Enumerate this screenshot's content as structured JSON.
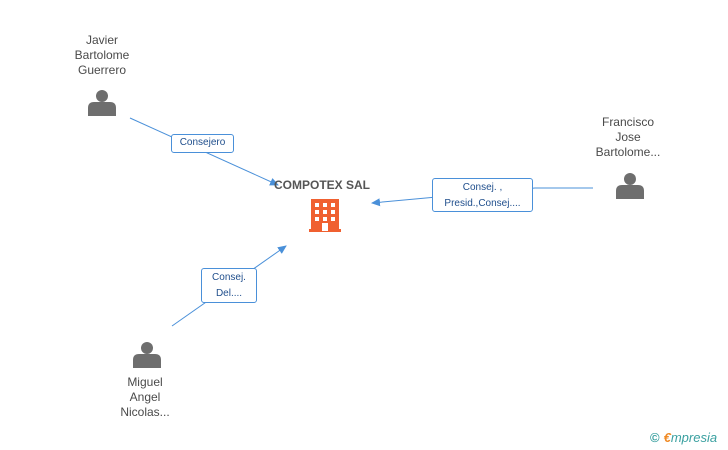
{
  "colors": {
    "person_icon": "#6e6e6e",
    "company_icon": "#f06030",
    "edge": "#4a90d9",
    "label_text": "#1f4e8c"
  },
  "company": {
    "name": "COMPOTEX SAL",
    "icon": "building-icon"
  },
  "people": [
    {
      "id": "javier",
      "lines": [
        "Javier",
        "Bartolome",
        "Guerrero"
      ],
      "icon": "person-icon"
    },
    {
      "id": "francisco",
      "lines": [
        "Francisco",
        "Jose",
        "Bartolome..."
      ],
      "icon": "person-icon"
    },
    {
      "id": "miguel",
      "lines": [
        "Miguel",
        "Angel",
        "Nicolas..."
      ],
      "icon": "person-icon"
    }
  ],
  "relations": [
    {
      "from": "javier",
      "lines": [
        "Consejero"
      ]
    },
    {
      "from": "francisco",
      "lines": [
        "Consej. ,",
        "Presid.,Consej...."
      ]
    },
    {
      "from": "miguel",
      "lines": [
        "Consej.",
        "Del...."
      ]
    }
  ],
  "watermark": {
    "symbol": "©",
    "brand_initial": "€",
    "brand_rest": "mpresia"
  }
}
